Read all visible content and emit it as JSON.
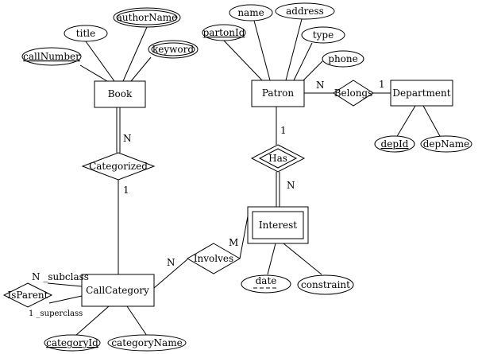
{
  "diagram": {
    "entities": {
      "book": "Book",
      "patron": "Patron",
      "department": "Department",
      "call_category": "CallCategory",
      "interest": "Interest"
    },
    "relationships": {
      "categorized": "Categorized",
      "belongs": "Belongs",
      "has": "Has",
      "involves": "Involves",
      "is_parent": "IsParent"
    },
    "attributes": {
      "title": "title",
      "author_name": "authorName",
      "call_number": "callNumber",
      "keyword": "keyword",
      "name": "name",
      "address": "address",
      "parton_id": "partonId",
      "type": "type",
      "phone": "phone",
      "dep_id": "depId",
      "dep_name": "depName",
      "date": "date",
      "constraint": "constraint",
      "category_id": "categoryId",
      "category_name": "categoryName"
    },
    "cardinalities": {
      "book_categorized": "N",
      "categorized_callcategory": "1",
      "patron_belongs": "N",
      "belongs_department": "1",
      "patron_has": "1",
      "has_interest": "N",
      "involves_interest": "M",
      "callcategory_involves": "N",
      "subclass": "N _subclass",
      "superclass": "1 _superclass"
    }
  }
}
